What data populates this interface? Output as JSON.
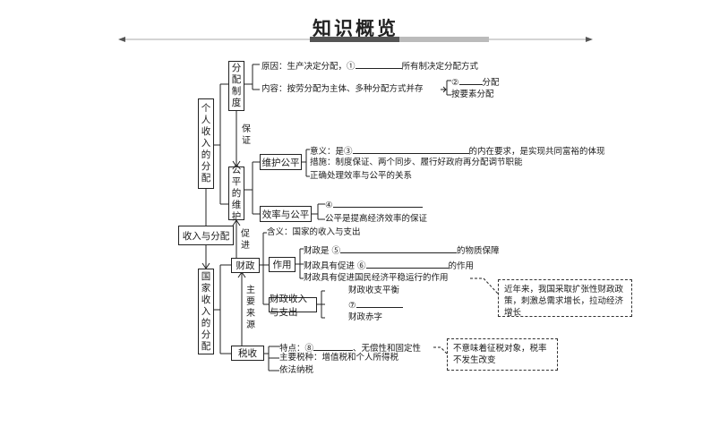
{
  "title": "知识概览",
  "root": "收入与分配",
  "b1": {
    "label_chars": [
      "个",
      "人",
      "收",
      "入",
      "的",
      "分",
      "配"
    ],
    "system": {
      "label_chars": [
        "分",
        "配",
        "制",
        "度"
      ],
      "reason": "原因：生产决定分配，①",
      "reason_tail": "所有制决定分配方式",
      "content": "内容：按劳分配为主体、多种分配方式并存",
      "blank2": "②",
      "blank2_tail": "分配",
      "factor": "按要素分配"
    },
    "guarantee_chars": [
      "保",
      "证"
    ],
    "fairness": {
      "label_chars": [
        "公",
        "平",
        "的",
        "维",
        "护"
      ],
      "maintain": {
        "label": "维护公平",
        "meaning": "意义：是③",
        "meaning_tail": "的内在要求，是实现共同富裕的体现",
        "measure": "措施：制度保证、两个同步、履行好政府再分配调节职能",
        "handle": "正确处理效率与公平的关系"
      },
      "efficiency": {
        "label": "效率与公平",
        "blank4": "④",
        "premise": "公平是提高经济效率的保证"
      }
    }
  },
  "promote_chars": [
    "促",
    "进"
  ],
  "b2": {
    "label_chars": [
      "国",
      "家",
      "收",
      "入",
      "的",
      "分",
      "配"
    ],
    "finance": {
      "label": "财政",
      "meaning": "含义：国家的收入与支出",
      "role": {
        "label": "作用",
        "r1": "财政是 ⑤",
        "r1_tail": "的物质保障",
        "r2": "财政具有促进 ⑥",
        "r2_tail": "的作用",
        "r3": "财政具有促进国民经济平稳运行的作用"
      },
      "note": "近年来，我国采取扩张性财政政策，刺激总需求增长，拉动经济增长",
      "balance": {
        "label": "财政收入与支出",
        "i1": "财政收支平衡",
        "i2": "⑦",
        "i3": "财政赤字"
      }
    },
    "main_source_chars": [
      "主",
      "要",
      "来",
      "源"
    ],
    "tax": {
      "label": "税收",
      "feature": "特点：⑧",
      "feature_tail": "、无偿性和固定性",
      "types": "主要税种：增值税和个人所得税",
      "law": "依法纳税",
      "note": "不意味着征税对象，税率不发生改变"
    }
  }
}
